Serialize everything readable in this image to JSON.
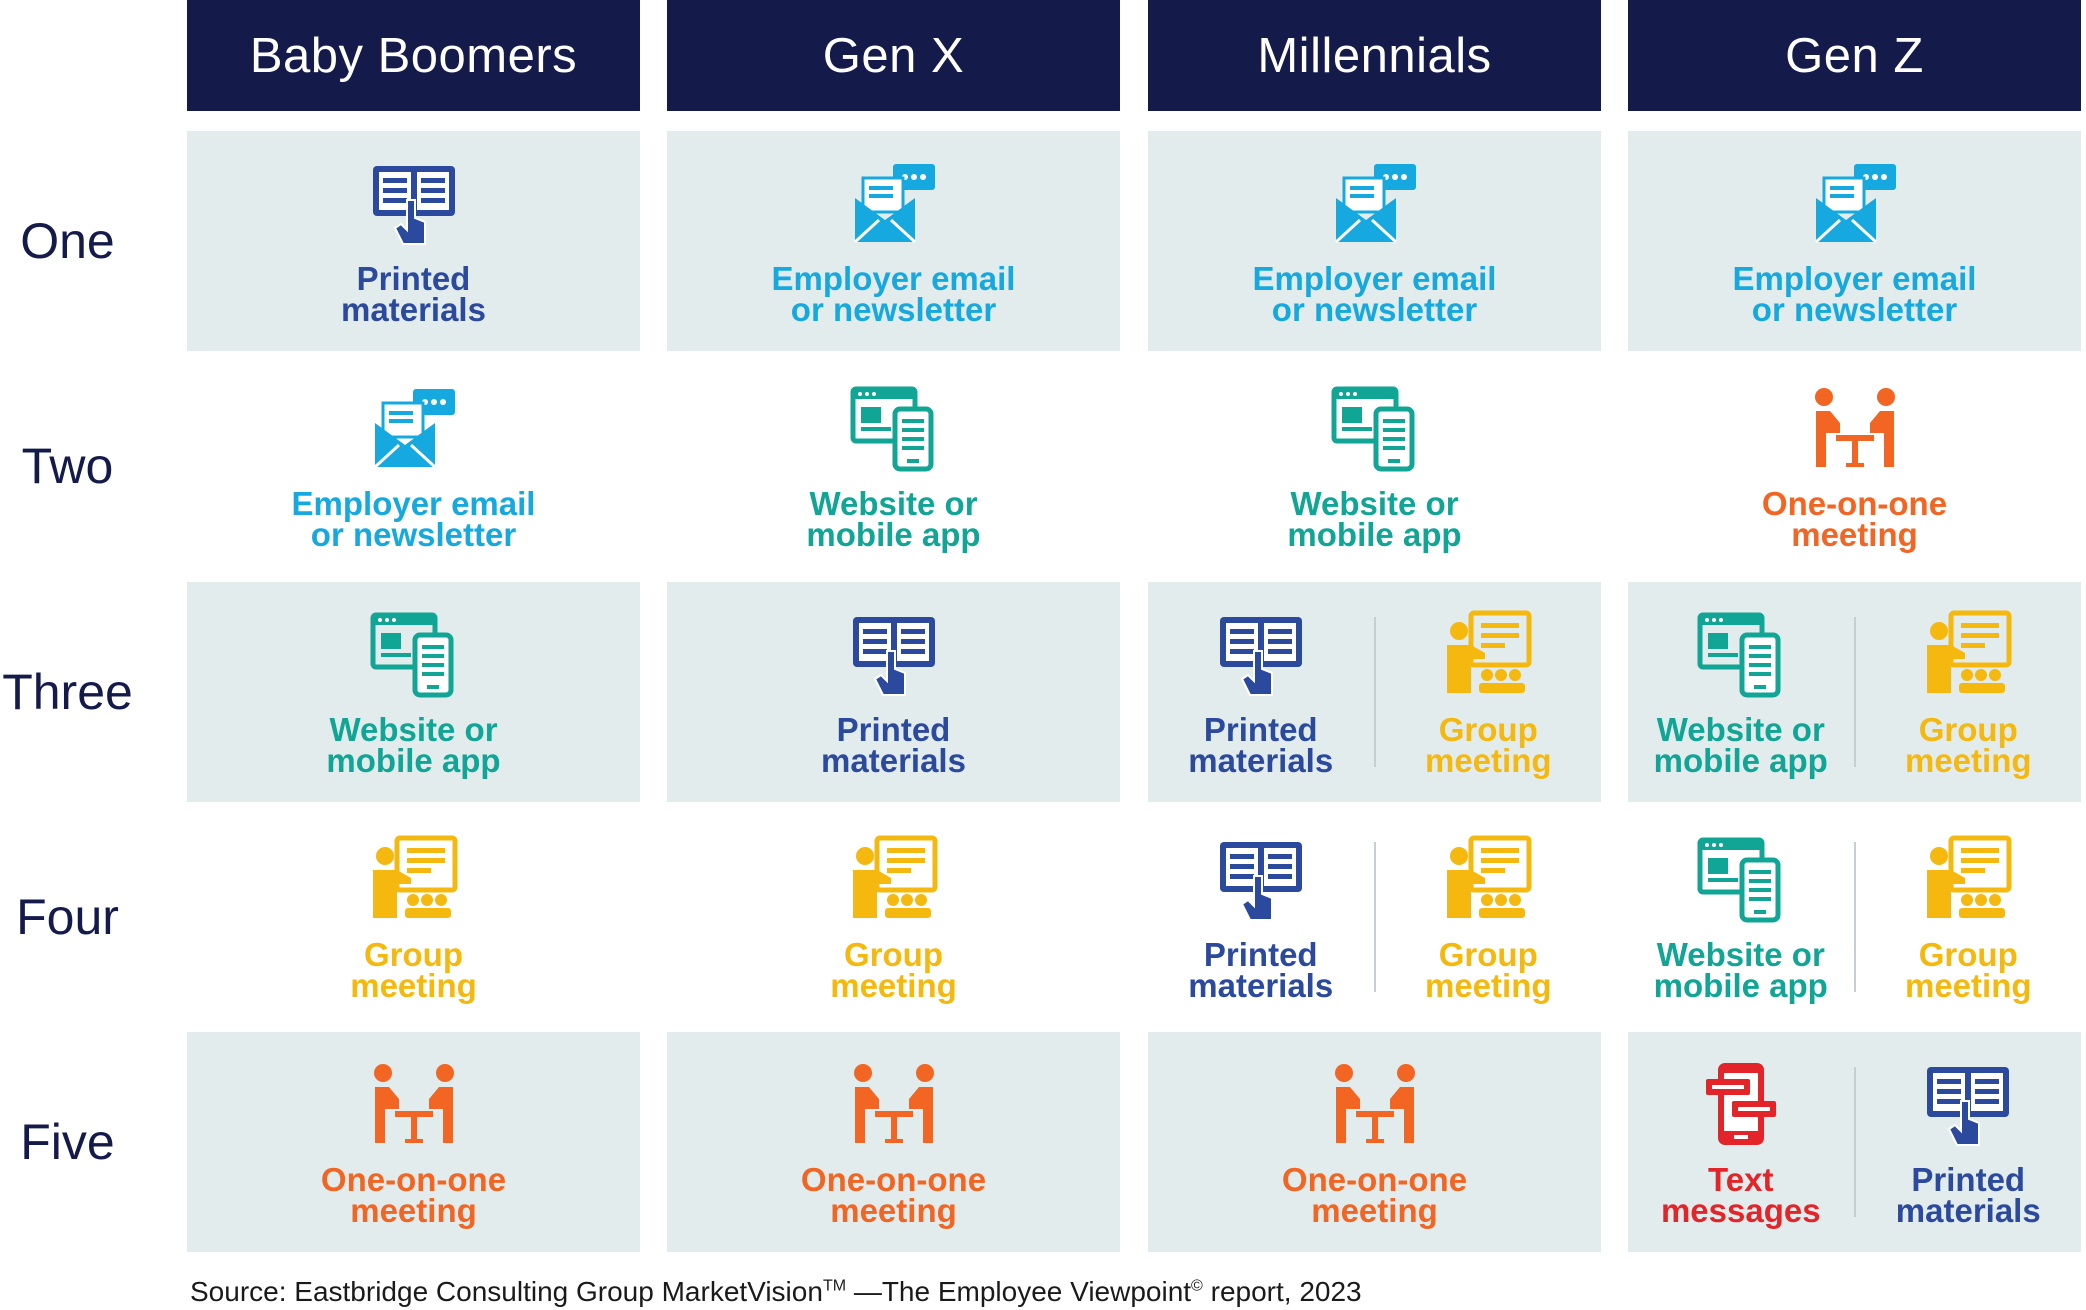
{
  "headers": [
    "Baby Boomers",
    "Gen X",
    "Millennials",
    "Gen Z"
  ],
  "rows": [
    "One",
    "Two",
    "Three",
    "Four",
    "Five"
  ],
  "colors": {
    "header_bg": "#141a4a",
    "printed": "#2b4a9e",
    "email": "#16a9df",
    "website": "#10a595",
    "group": "#f5b80e",
    "one_on_one": "#f26522",
    "text_messages": "#e3252a",
    "cell_shade": "#e3ecec"
  },
  "labels": {
    "printed": "Printed\nmaterials",
    "email": "Employer email\nor newsletter",
    "website": "Website or\nmobile app",
    "group": "Group\nmeeting",
    "one_on_one": "One-on-one\nmeeting",
    "text_messages": "Text\nmessages"
  },
  "icons": {
    "printed": "book-hand-icon",
    "email": "email-chat-icon",
    "website": "browser-phone-icon",
    "group": "presentation-group-icon",
    "one_on_one": "meeting-table-icon",
    "text_messages": "phone-chat-icon"
  },
  "grid": [
    [
      [
        "printed"
      ],
      [
        "email"
      ],
      [
        "email"
      ],
      [
        "email"
      ]
    ],
    [
      [
        "email"
      ],
      [
        "website"
      ],
      [
        "website"
      ],
      [
        "one_on_one"
      ]
    ],
    [
      [
        "website"
      ],
      [
        "printed"
      ],
      [
        "printed",
        "group"
      ],
      [
        "website",
        "group"
      ]
    ],
    [
      [
        "group"
      ],
      [
        "group"
      ],
      [
        "printed",
        "group"
      ],
      [
        "website",
        "group"
      ]
    ],
    [
      [
        "one_on_one"
      ],
      [
        "one_on_one"
      ],
      [
        "one_on_one"
      ],
      [
        "text_messages",
        "printed"
      ]
    ]
  ],
  "source": {
    "text": "Source: Eastbridge Consulting Group MarketVision",
    "tm": "TM",
    "text2": " —The Employee Viewpoint",
    "copy": "©",
    "text3": " report, 2023"
  }
}
